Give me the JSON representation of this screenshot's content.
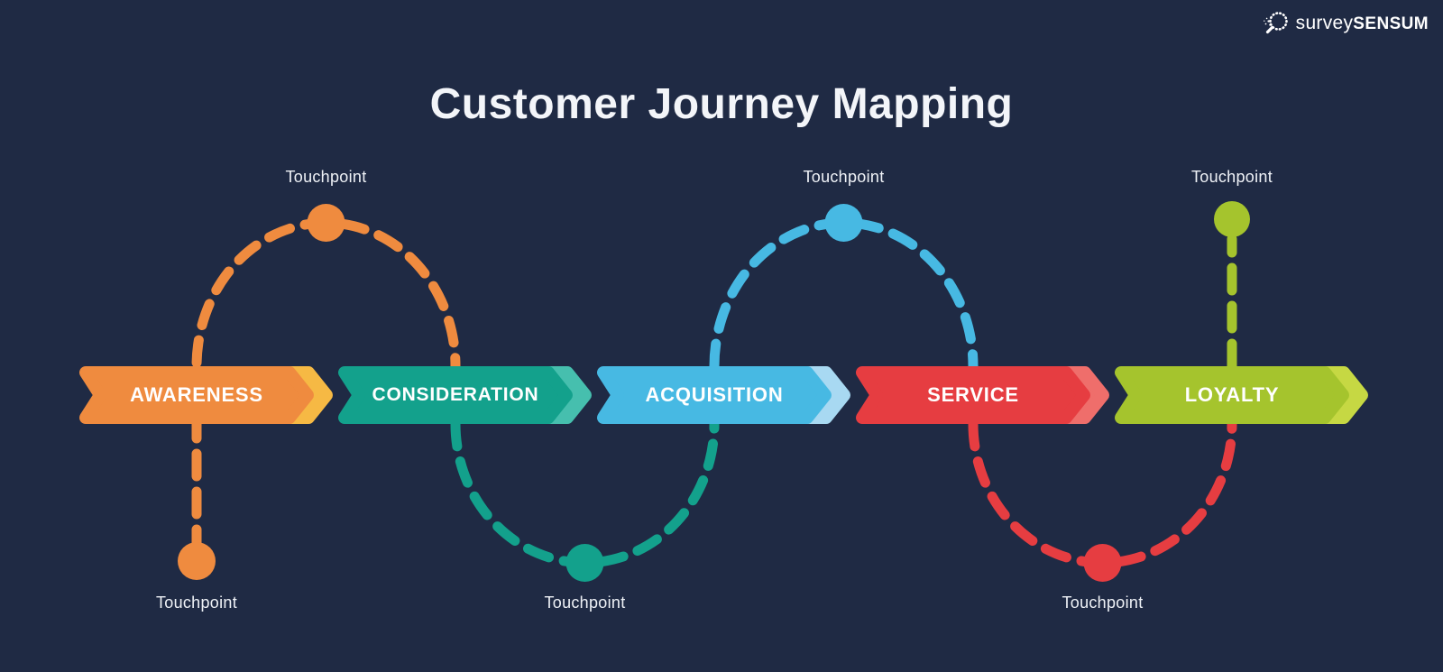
{
  "page": {
    "title": "Customer Journey Mapping",
    "background_color": "#1F2A44",
    "title_color": "#F3F5F9"
  },
  "logo": {
    "name_light": "survey",
    "name_bold": "SENSUM",
    "color": "#FFFFFF"
  },
  "stages": [
    {
      "label": "AWARENESS",
      "color": "#EF8B3F",
      "tip": "#F6B944"
    },
    {
      "label": "CONSIDERATION",
      "color": "#13A18C",
      "tip": "#46BFAE"
    },
    {
      "label": "ACQUISITION",
      "color": "#47B9E3",
      "tip": "#A8D9F2"
    },
    {
      "label": "SERVICE",
      "color": "#E63D41",
      "tip": "#EF6E6B"
    },
    {
      "label": "LOYALTY",
      "color": "#A5C42D",
      "tip": "#C6D843"
    }
  ],
  "touchpoints": [
    {
      "label": "Touchpoint",
      "color": "#EF8B3F",
      "position": "top",
      "between": "awareness-consideration"
    },
    {
      "label": "Touchpoint",
      "color": "#EF8B3F",
      "position": "bottom",
      "between": "awareness"
    },
    {
      "label": "Touchpoint",
      "color": "#13A18C",
      "position": "bottom",
      "between": "consideration-acquisition"
    },
    {
      "label": "Touchpoint",
      "color": "#47B9E3",
      "position": "top",
      "between": "acquisition-service"
    },
    {
      "label": "Touchpoint",
      "color": "#E63D41",
      "position": "bottom",
      "between": "service-loyalty"
    },
    {
      "label": "Touchpoint",
      "color": "#A5C42D",
      "position": "top",
      "between": "loyalty"
    }
  ]
}
